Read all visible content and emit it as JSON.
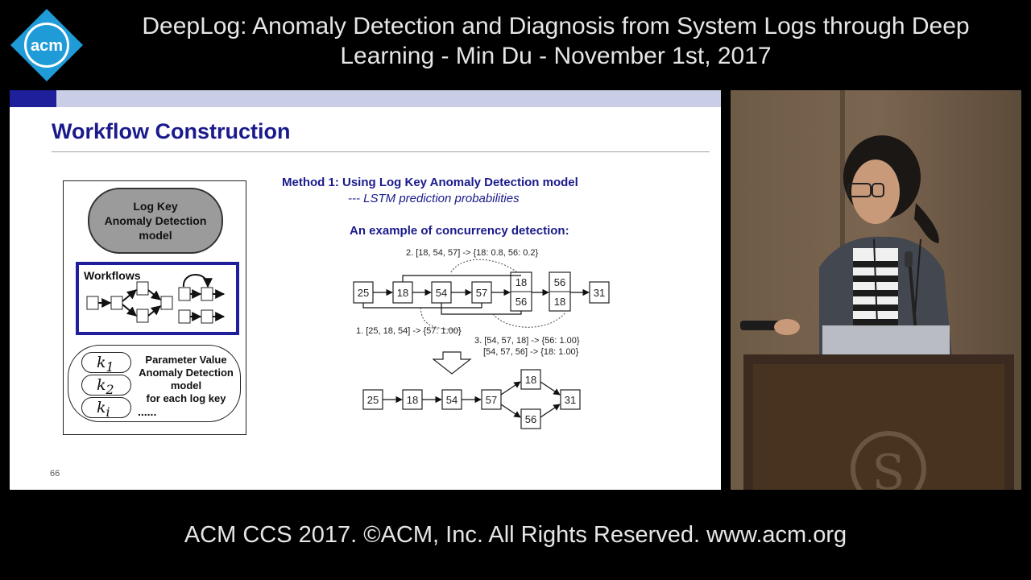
{
  "header": {
    "logo_text": "acm",
    "title_line1": "DeepLog: Anomaly Detection and Diagnosis from System Logs through Deep",
    "title_line2": "Learning - Min Du - November 1st, 2017"
  },
  "slide": {
    "title": "Workflow Construction",
    "page_number": "66",
    "left_figure": {
      "log_key_lines": [
        "Log Key",
        "Anomaly Detection",
        "model"
      ],
      "workflows_label": "Workflows",
      "param_lines": [
        "Parameter Value",
        "Anomaly Detection",
        "model",
        "for each log key"
      ],
      "keys": [
        "k",
        "k",
        "k"
      ],
      "key_subscripts": [
        "1",
        "2",
        "i"
      ],
      "ellipsis": "......"
    },
    "method_line": "Method 1: Using Log Key Anomaly Detection model",
    "method_sub": "--- LSTM prediction probabilities",
    "example_title": "An example of concurrency detection:",
    "top_chain": {
      "nodes": [
        "25",
        "18",
        "54",
        "57",
        "18",
        "56",
        "56",
        "18",
        "31"
      ],
      "label_1": "1. [25, 18, 54] -> {57: 1.00}",
      "label_2": "2. [18, 54, 57] -> {18: 0.8, 56: 0.2}",
      "label_3a": "3. [54, 57, 18] -> {56: 1.00}",
      "label_3b": "[54, 57, 56] -> {18: 1.00}"
    },
    "bottom_chain": {
      "nodes": [
        "25",
        "18",
        "54",
        "57",
        "18",
        "56",
        "31"
      ]
    }
  },
  "footer": {
    "text": "ACM CCS 2017. ©ACM, Inc. All Rights Reserved. www.acm.org"
  },
  "colors": {
    "slide_title": "#1a1a8c",
    "acm_logo": "#1f9bd7",
    "slide_bar_dark": "#1f1f9b",
    "slide_bar_light": "#c9cde6"
  }
}
